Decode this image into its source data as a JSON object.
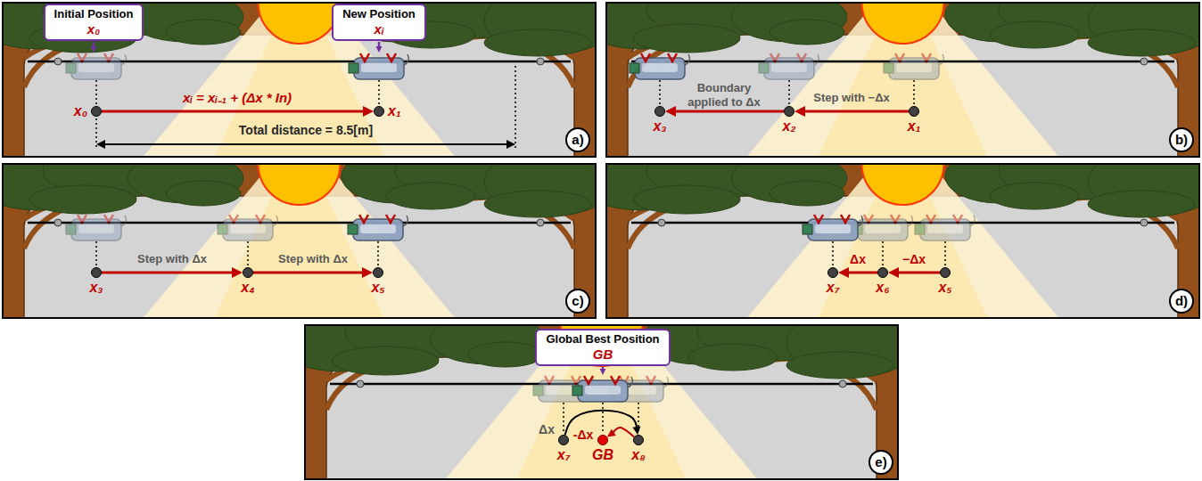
{
  "diagram": {
    "nodes": [
      {
        "text": [
          "Initial Position",
          "x₀"
        ]
      },
      {
        "text": [
          "New Position",
          "xᵢ"
        ]
      },
      {
        "text": [
          "x₀"
        ]
      },
      {
        "text": [
          "x₁"
        ]
      },
      {
        "text": [
          "a)"
        ]
      },
      {
        "text": [
          "x₃"
        ]
      },
      {
        "text": [
          "x₂"
        ]
      },
      {
        "text": [
          "x₁"
        ]
      },
      {
        "text": [
          "b)"
        ]
      },
      {
        "text": [
          "x₃"
        ]
      },
      {
        "text": [
          "x₄"
        ]
      },
      {
        "text": [
          "x₅"
        ]
      },
      {
        "text": [
          "c)"
        ]
      },
      {
        "text": [
          "x₇"
        ]
      },
      {
        "text": [
          "x₆"
        ]
      },
      {
        "text": [
          "x₅"
        ]
      },
      {
        "text": [
          "d)"
        ]
      },
      {
        "text": [
          "Global Best Position",
          "GB"
        ]
      },
      {
        "text": [
          "x₇"
        ]
      },
      {
        "text": [
          "GB"
        ]
      },
      {
        "text": [
          "x₈"
        ]
      },
      {
        "text": [
          "e)"
        ]
      }
    ],
    "edges": [
      {
        "from": 2,
        "to": 3,
        "arrow": "to",
        "label": "xᵢ = xᵢ₋₁ + (Δx * In)"
      },
      {
        "from": 7,
        "to": 6,
        "arrow": "to",
        "label": "Step with −Δx"
      },
      {
        "from": 6,
        "to": 5,
        "arrow": "to",
        "label": "Boundary applied to Δx"
      },
      {
        "from": 9,
        "to": 10,
        "arrow": "to",
        "label": "Step with Δx"
      },
      {
        "from": 10,
        "to": 11,
        "arrow": "to",
        "label": "Step with Δx"
      },
      {
        "from": 15,
        "to": 14,
        "arrow": "to",
        "label": "−Δx"
      },
      {
        "from": 14,
        "to": 13,
        "arrow": "to",
        "label": "Δx"
      },
      {
        "from": 18,
        "to": 20,
        "arrow": "to",
        "label": "Δx"
      },
      {
        "from": 20,
        "to": 19,
        "arrow": "to",
        "label": "-Δx"
      }
    ],
    "labels": [
      "Total distance = 8.5[m]"
    ]
  }
}
